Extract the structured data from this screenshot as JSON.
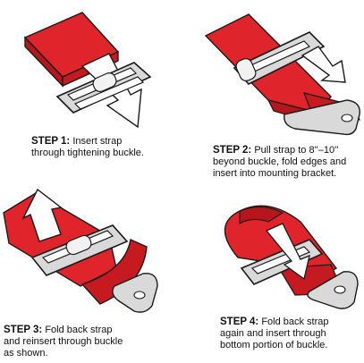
{
  "steps": [
    {
      "label": "STEP 1:",
      "lines": [
        "Insert strap",
        "through tightening buckle."
      ]
    },
    {
      "label": "STEP 2:",
      "lines": [
        "Pull strap to 8''–10''",
        "beyond buckle, fold edges and",
        "insert into mounting bracket."
      ]
    },
    {
      "label": "STEP 3:",
      "lines": [
        "Fold back strap",
        "and reinsert through buckle",
        "as shown."
      ]
    },
    {
      "label": "STEP 4:",
      "lines": [
        "Fold back strap",
        "again and insert through",
        "bottom portion of buckle."
      ]
    }
  ],
  "colors": {
    "strap": "#e0242b",
    "strap_dark": "#b3161c",
    "buckle": "#d9d9d9",
    "outline": "#1a1a1a",
    "arrow": "#ffffff"
  }
}
